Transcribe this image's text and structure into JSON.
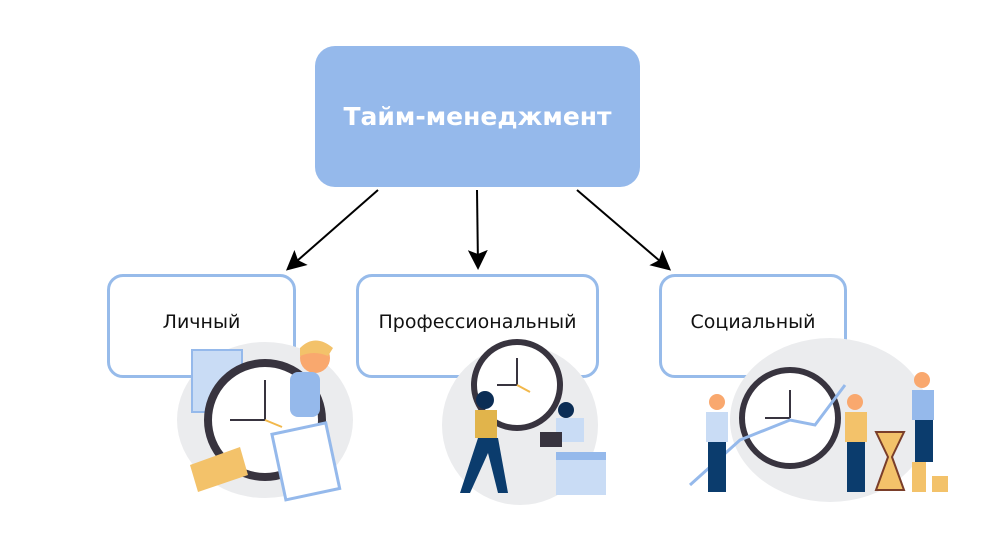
{
  "diagram": {
    "root": {
      "label": "Тайм-менеджмент"
    },
    "children": [
      {
        "label": "Личный",
        "illustration": "clock-calendar-checklist-icon"
      },
      {
        "label": "Профессиональный",
        "illustration": "team-clock-icon"
      },
      {
        "label": "Социальный",
        "illustration": "people-clock-growth-icon"
      }
    ],
    "colors": {
      "root_fill": "#95b9eb",
      "child_border": "#97bbea",
      "arrow": "#000000"
    }
  }
}
